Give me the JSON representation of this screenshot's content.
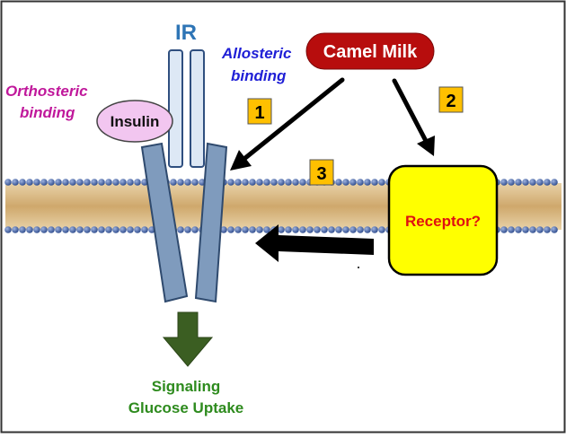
{
  "labels": {
    "ir": "IR",
    "allosteric_line1": "Allosteric",
    "allosteric_line2": "binding",
    "orthosteric_line1": "Orthosteric",
    "orthosteric_line2": "binding",
    "insulin": "Insulin",
    "camel_milk": "Camel Milk",
    "receptor": "Receptor?",
    "signaling": "Signaling",
    "glucose_uptake": "Glucose Uptake"
  },
  "steps": [
    {
      "number": "1"
    },
    {
      "number": "2"
    },
    {
      "number": "3"
    }
  ],
  "colors": {
    "ir_label": "#2e75b6",
    "allosteric": "#1f1fd6",
    "orthosteric": "#c0189b",
    "insulin_fill": "#f2c6f0",
    "camel_milk_fill": "#b70d0d",
    "receptor_fill": "#ffff00",
    "receptor_text": "#e01010",
    "step_box": "#ffc000",
    "signal_arrow": "#3b5e22",
    "signal_text": "#2e8b1e",
    "receptor_subunit": "#7f9bbd",
    "membrane_head": "#3f5f9e",
    "membrane_tail": "#d9b98a"
  }
}
